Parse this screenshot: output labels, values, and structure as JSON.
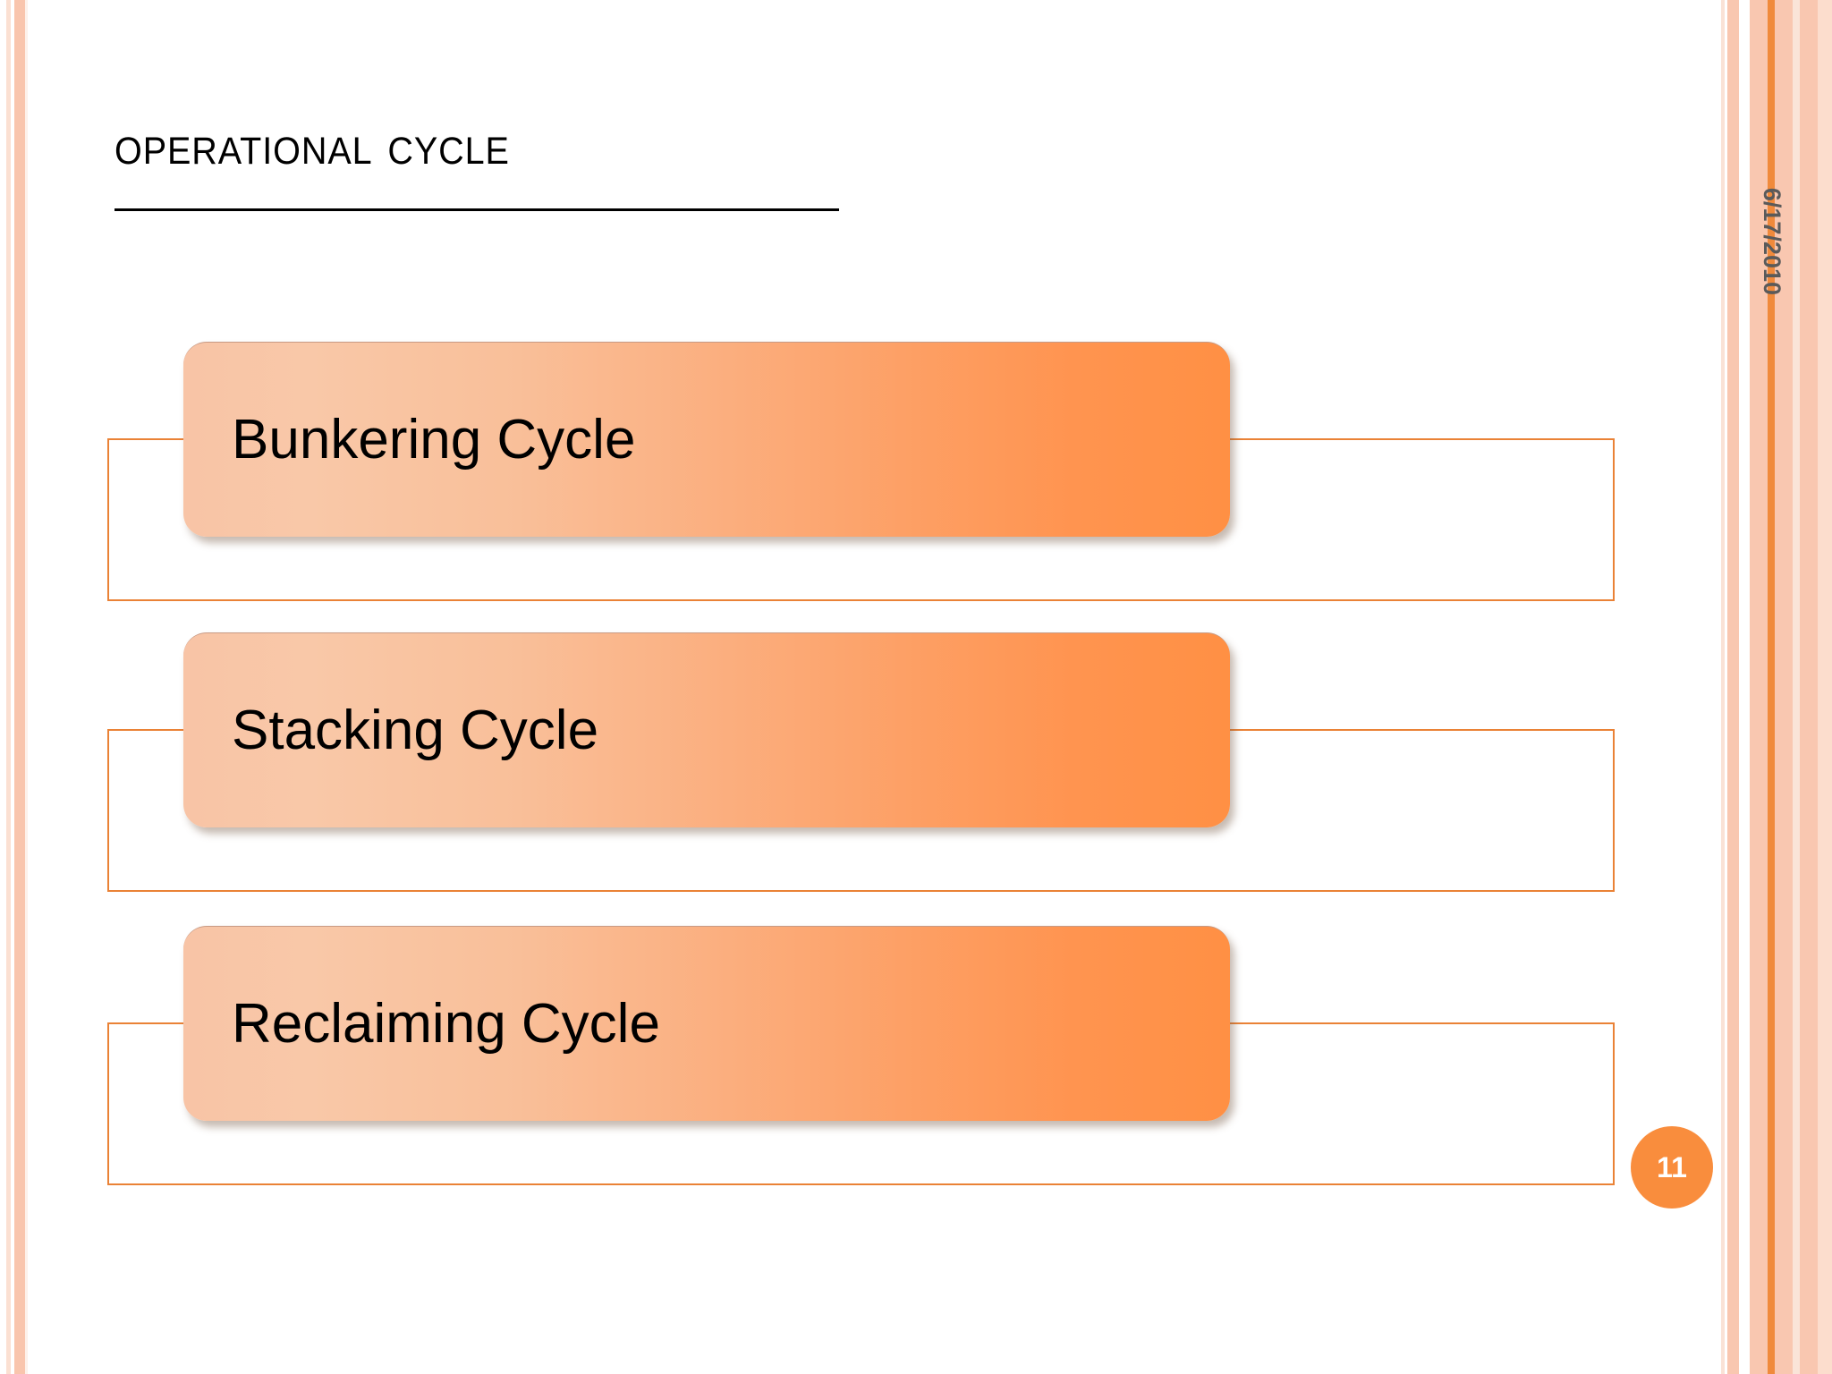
{
  "slide": {
    "title": "Operational Cycle",
    "date": "6/17/2010",
    "page_number": "11",
    "accent_color": "#f98d3d",
    "outline_color": "#ea8236",
    "box_gradient_start": "#f8c4a6",
    "box_gradient_end": "#ff9044",
    "title_color": "#000000",
    "date_color": "#5a5a5a"
  },
  "diagram": {
    "type": "stacked-process-list",
    "items": [
      {
        "label": "Bunkering Cycle"
      },
      {
        "label": "Stacking Cycle"
      },
      {
        "label": "Reclaiming Cycle"
      }
    ]
  }
}
